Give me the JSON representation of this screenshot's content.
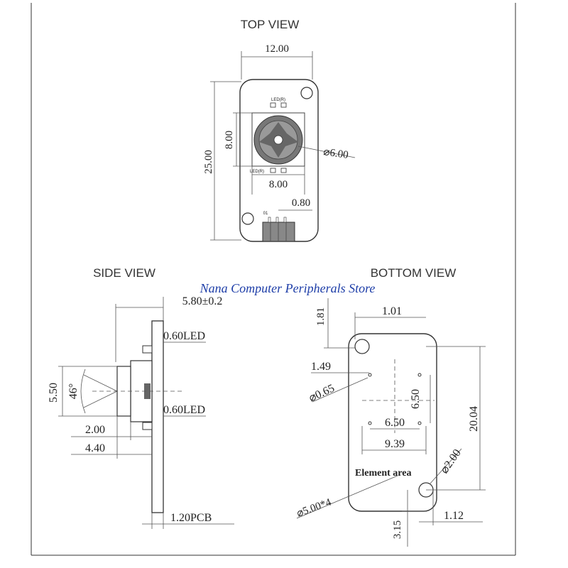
{
  "top_view": {
    "title": "TOP VIEW",
    "width_dim": "12.00",
    "height_dim": "25.00",
    "sensor_height_dim": "8.00",
    "sensor_width_dim": "8.00",
    "lens_diameter": "⌀6.00",
    "pitch_dim": "0.80",
    "led_top_label": "LED(R)",
    "led_bottom_label": "LED(R)",
    "pin1_label": "01"
  },
  "side_view": {
    "title": "SIDE VIEW",
    "total_thickness": "5.80±0.2",
    "led_top": "0.60LED",
    "led_bottom": "0.60LED",
    "lens_height": "5.50",
    "view_angle": "46°",
    "dim_200": "2.00",
    "dim_440": "4.40",
    "pcb": "1.20PCB"
  },
  "bottom_view": {
    "title": "BOTTOM  VIEW",
    "dim_181": "1.81",
    "dim_101": "1.01",
    "dim_149": "1.49",
    "dim_065": "⌀0.65",
    "dim_650_v": "6.50",
    "dim_650_h": "6.50",
    "dim_939": "9.39",
    "dim_2004": "20.04",
    "dim_200": "⌀2.00",
    "element_area": "Element area",
    "holes": "⌀5.00*4",
    "dim_315": "3.15",
    "dim_112": "1.12"
  },
  "watermark": "Nana Computer Peripherals Store",
  "colors": {
    "watermark": "#1e3ea8",
    "element_area": "#8a2c8a",
    "lines": "#333333"
  }
}
